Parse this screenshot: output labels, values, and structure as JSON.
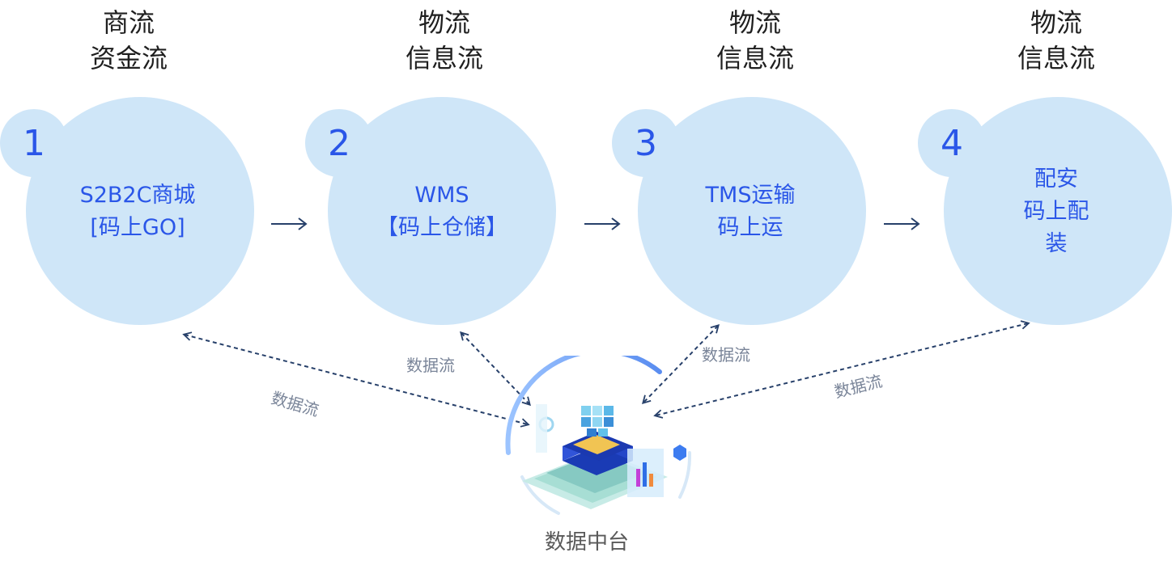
{
  "stages": [
    {
      "num": "1",
      "header": [
        "商流",
        "资金流"
      ],
      "label": [
        "S2B2C商城",
        "[码上GO]"
      ]
    },
    {
      "num": "2",
      "header": [
        "物流",
        "信息流"
      ],
      "label": [
        "WMS",
        "【码上仓储】"
      ]
    },
    {
      "num": "3",
      "header": [
        "物流",
        "信息流"
      ],
      "label": [
        "TMS运输",
        "码上运"
      ]
    },
    {
      "num": "4",
      "header": [
        "物流",
        "信息流"
      ],
      "label": [
        "配安",
        "码上配",
        "装"
      ]
    }
  ],
  "data_flow_labels": [
    "数据流",
    "数据流",
    "数据流",
    "数据流"
  ],
  "hub": {
    "caption": "数据中台"
  },
  "colors": {
    "circle": "#cfe6f8",
    "accent": "#2a56e8",
    "dashed": "#27406a"
  }
}
